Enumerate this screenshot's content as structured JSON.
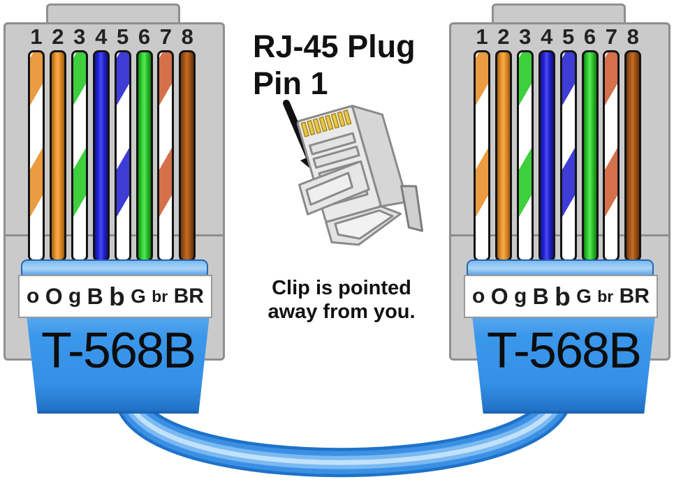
{
  "heading": {
    "line1": "RJ-45 Plug",
    "line2": "Pin 1"
  },
  "caption": {
    "line1": "Clip is pointed",
    "line2": "away from you."
  },
  "connectors": [
    {
      "side": "left",
      "standard": "T-568B",
      "pins": [
        {
          "number": "1",
          "wire": "white-orange",
          "label": "o"
        },
        {
          "number": "2",
          "wire": "orange",
          "label": "O"
        },
        {
          "number": "3",
          "wire": "white-green",
          "label": "g"
        },
        {
          "number": "4",
          "wire": "blue",
          "label": "B"
        },
        {
          "number": "5",
          "wire": "white-blue",
          "label": "b"
        },
        {
          "number": "6",
          "wire": "green",
          "label": "G"
        },
        {
          "number": "7",
          "wire": "white-brown",
          "label": "br"
        },
        {
          "number": "8",
          "wire": "brown",
          "label": "BR"
        }
      ]
    },
    {
      "side": "right",
      "standard": "T-568B",
      "pins": [
        {
          "number": "1",
          "wire": "white-orange",
          "label": "o"
        },
        {
          "number": "2",
          "wire": "orange",
          "label": "O"
        },
        {
          "number": "3",
          "wire": "white-green",
          "label": "g"
        },
        {
          "number": "4",
          "wire": "blue",
          "label": "B"
        },
        {
          "number": "5",
          "wire": "white-blue",
          "label": "b"
        },
        {
          "number": "6",
          "wire": "green",
          "label": "G"
        },
        {
          "number": "7",
          "wire": "white-brown",
          "label": "br"
        },
        {
          "number": "8",
          "wire": "brown",
          "label": "BR"
        }
      ]
    }
  ],
  "colors": {
    "connector_gray": "#cacaca",
    "connector_border": "#8f8f8f",
    "boot_blue": "#3b97ea",
    "cable_dark": "#1e72c8",
    "cable_mid": "#3c90e4",
    "cable_light": "#7ab9f2",
    "cable_highlight": "#c2e2fb",
    "wire_orange": "#e8912c",
    "wire_blue": "#2424dd",
    "wire_green": "#33cf33",
    "wire_brown": "#a85618",
    "stripe_orange": "#eb9b40",
    "stripe_green": "#3ecf3e",
    "stripe_blue": "#3d3dd6",
    "stripe_brown": "#d4714a",
    "pin_gold": "#e8c84a",
    "label_text": "#1c1c1c"
  }
}
